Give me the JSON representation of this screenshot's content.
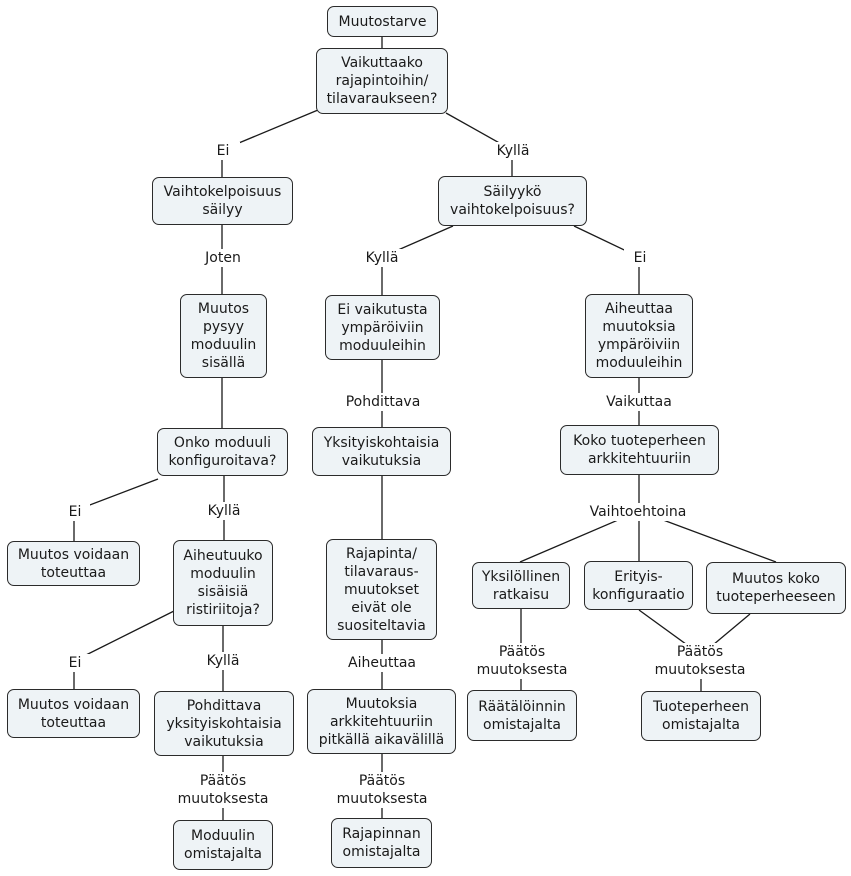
{
  "nodes": {
    "n1": "Muutostarve",
    "n2": "Vaikuttaako\nrajapintoihin/\ntilavaraukseen?",
    "n3": "Vaihtokelpoisuus\nsäilyy",
    "n4": "Säilyykö\nvaihtokelpoisuus?",
    "n5": "Muutos\npysyy\nmoduulin\nsisällä",
    "n6": "Ei vaikutusta\nympäröiviin\nmoduuleihin",
    "n7": "Aiheuttaa\nmuutoksia\nympäröiviin\nmoduuleihin",
    "n8": "Onko moduuli\nkonfiguroitava?",
    "n9": "Yksityiskohtaisia\nvaikutuksia",
    "n10": "Koko tuoteperheen\narkkitehtuuriin",
    "n11": "Muutos voidaan\ntoteuttaa",
    "n12": "Aiheutuuko\nmoduulin\nsisäisiä\nristiriitoja?",
    "n13": "Rajapinta/\ntilavaraus-\nmuutokset\neivät ole\nsuositeltavia",
    "n14": "Yksilöllinen\nratkaisu",
    "n15": "Erityis-\nkonfiguraatio",
    "n16": "Muutos koko\ntuoteperheeseen",
    "n17": "Muutos voidaan\ntoteuttaa",
    "n18": "Pohdittava\nyksityiskohtaisia\nvaikutuksia",
    "n19": "Muutoksia\narkkitehtuuriin\npitkällä aikavälillä",
    "n20": "Räätälöinnin\nomistajalta",
    "n21": "Tuoteperheen\nomistajalta",
    "n22": "Moduulin\nomistajalta",
    "n23": "Rajapinnan\nomistajalta"
  },
  "labels": {
    "l1": "Ei",
    "l2": "Kyllä",
    "l3": "Joten",
    "l4": "Kyllä",
    "l5": "Ei",
    "l6": "Pohdittava",
    "l7": "Vaikuttaa",
    "l8": "Ei",
    "l9": "Kyllä",
    "l10": "Vaihtoehtoina",
    "l11": "Ei",
    "l12": "Kyllä",
    "l13": "Aiheuttaa",
    "l14": "Päätös\nmuutoksesta",
    "l15": "Päätös\nmuutoksesta",
    "l16": "Päätös\nmuutoksesta",
    "l17": "Päätös\nmuutoksesta"
  }
}
